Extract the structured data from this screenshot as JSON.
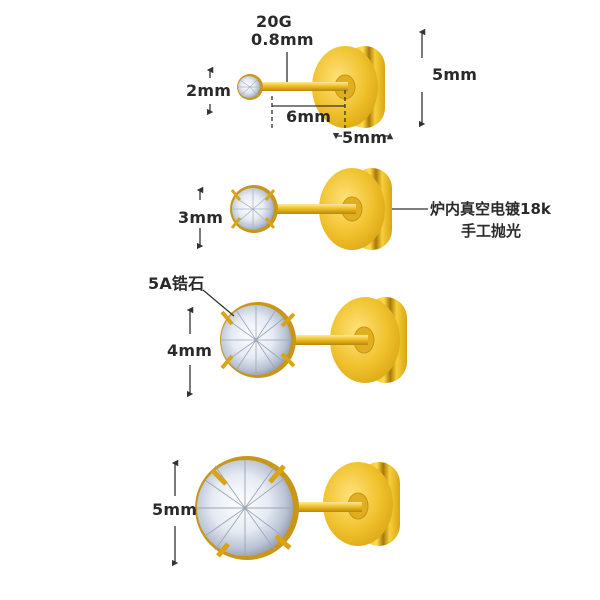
{
  "product": {
    "title": "Gold screw-back stud earrings size chart",
    "gold_color": "#E8B820",
    "gold_light": "#FFE27A",
    "gold_dark": "#B8860B"
  },
  "top_spec": {
    "gauge": "20G",
    "pin_diameter": "0.8mm",
    "pin_length": "6mm",
    "back_thickness": "5mm",
    "back_diameter": "5mm"
  },
  "studs": [
    {
      "size_label": "2mm"
    },
    {
      "size_label": "3mm"
    },
    {
      "size_label": "4mm"
    },
    {
      "size_label": "5mm"
    }
  ],
  "annotations": {
    "plating_line1": "炉内真空电镀18k",
    "plating_line2": "手工抛光",
    "stone_label": "5A锆石"
  }
}
